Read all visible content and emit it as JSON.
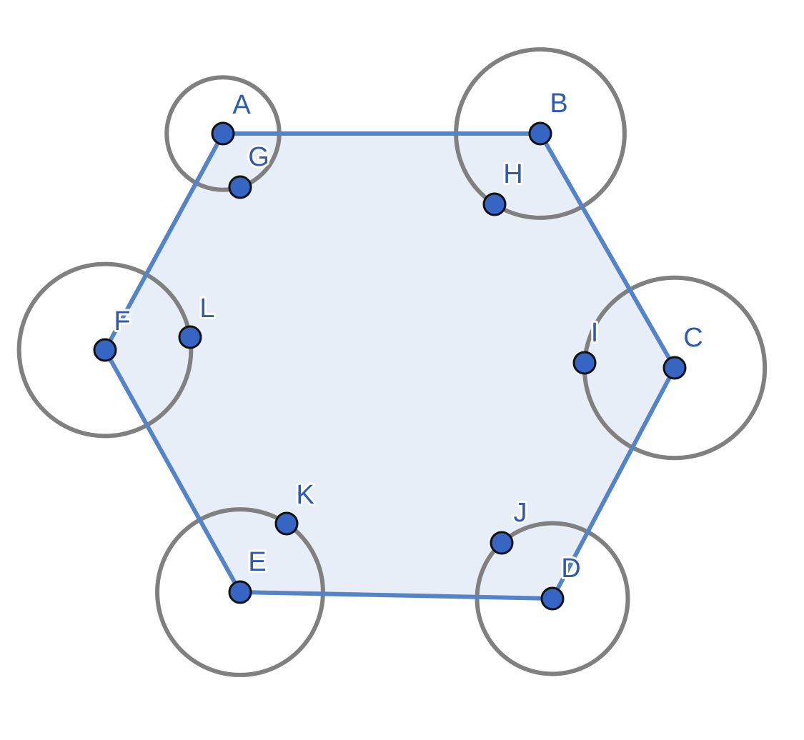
{
  "colors": {
    "polygon_fill": "#e8eef8",
    "polygon_edge": "#5583c7",
    "circle_stroke": "#808080",
    "point_fill": "#3665c3",
    "label_color": "#2e5ab4"
  },
  "points": [
    {
      "name": "A"
    },
    {
      "name": "B"
    },
    {
      "name": "C"
    },
    {
      "name": "D"
    },
    {
      "name": "E"
    },
    {
      "name": "F"
    },
    {
      "name": "G"
    },
    {
      "name": "H"
    },
    {
      "name": "I"
    },
    {
      "name": "J"
    },
    {
      "name": "K"
    },
    {
      "name": "L"
    }
  ],
  "polygon": {
    "vertices": [
      "A",
      "B",
      "C",
      "D",
      "E",
      "F"
    ]
  },
  "circles": [
    {
      "center": "A",
      "through": "G"
    },
    {
      "center": "B",
      "through": "H"
    },
    {
      "center": "C",
      "through": "I"
    },
    {
      "center": "D",
      "through": "J"
    },
    {
      "center": "E",
      "through": "K"
    },
    {
      "center": "F",
      "through": "L"
    }
  ]
}
